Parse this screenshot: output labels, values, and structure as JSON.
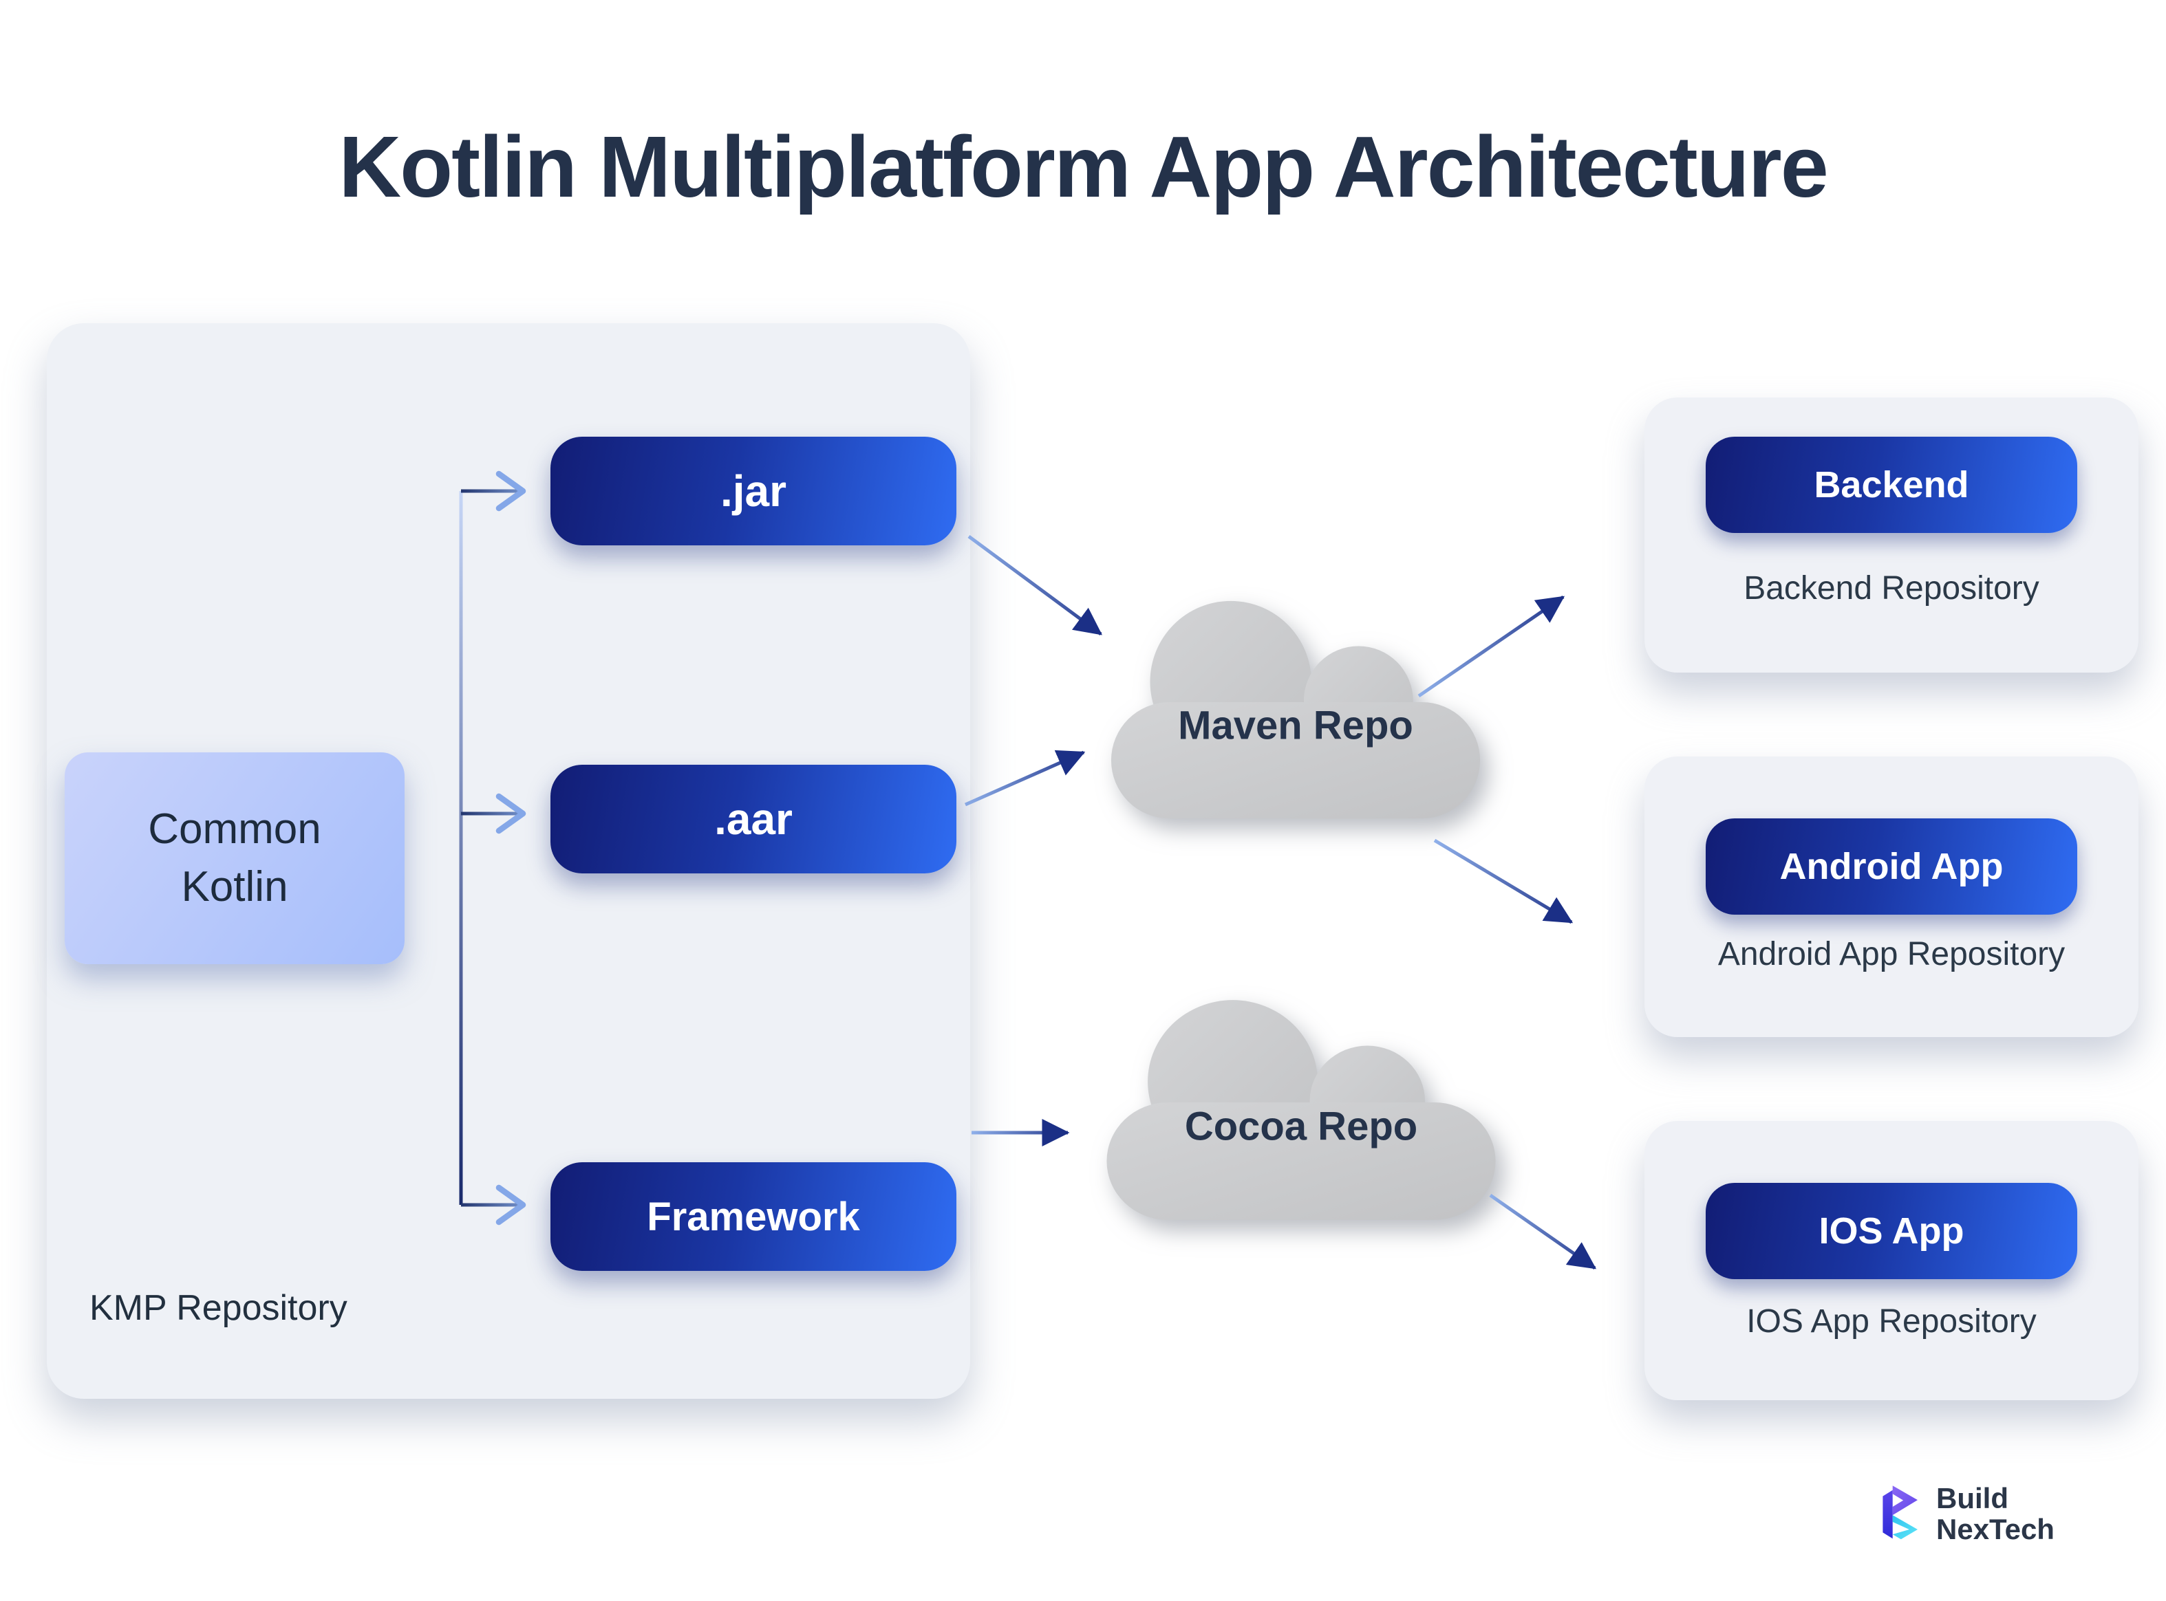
{
  "title": "Kotlin Multiplatform App Architecture",
  "kmp": {
    "label": "KMP Repository",
    "source": "Common Kotlin",
    "artifacts": [
      ".jar",
      ".aar",
      "Framework"
    ]
  },
  "clouds": {
    "maven": "Maven Repo",
    "cocoa": "Cocoa Repo"
  },
  "targets": [
    {
      "pill": "Backend",
      "caption": "Backend Repository"
    },
    {
      "pill": "Android App",
      "caption": "Android App Repository"
    },
    {
      "pill": "IOS App",
      "caption": "IOS App Repository"
    }
  ],
  "logo": {
    "line1": "Build",
    "line2": "NexTech"
  },
  "colors": {
    "title_text": "#24324a",
    "panel_bg": "#eef1f6",
    "card_bg": "#eff1f6",
    "pill_gradient_start": "#121d75",
    "pill_gradient_end": "#2f6cf2",
    "source_gradient_start": "#c9d3fb",
    "source_gradient_end": "#a6befb",
    "cloud_fill": "#cacbcd",
    "arrow_dark": "#1b2f86",
    "arrow_light": "#8fb0ea",
    "logo_purple": "#7152ee",
    "logo_indigo": "#3c2ee0",
    "logo_cyan": "#3fd2f2"
  }
}
